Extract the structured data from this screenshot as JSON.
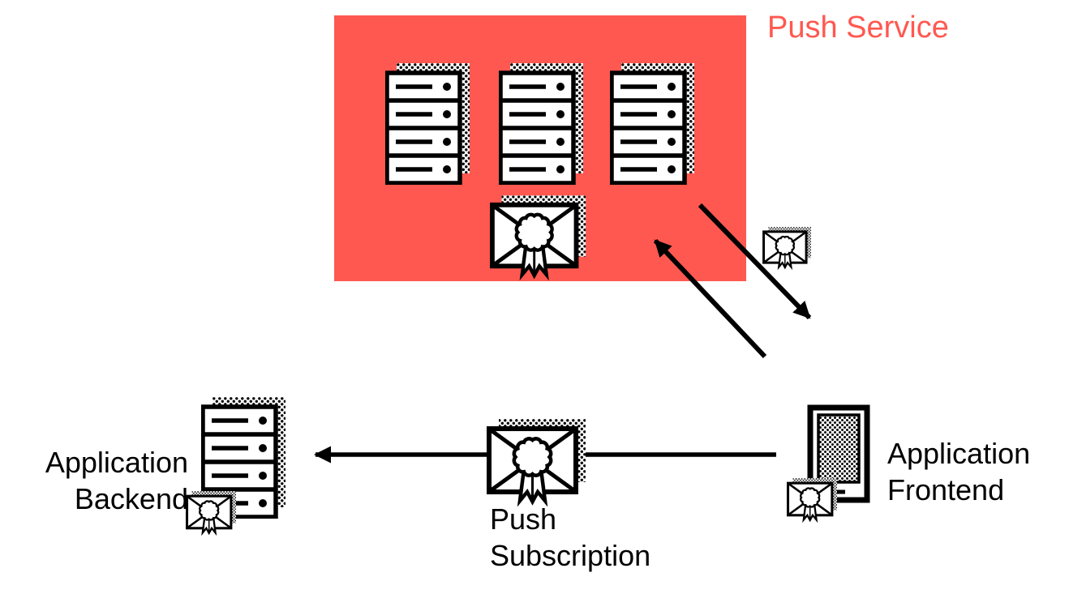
{
  "colors": {
    "accent_red": "#FF5850",
    "icon_black": "#000000",
    "background": "#FFFFFF"
  },
  "nodes": {
    "push_service": {
      "label": "Push Service",
      "icons": [
        "server-stack-icon",
        "server-stack-icon",
        "server-stack-icon",
        "certified-message-icon"
      ],
      "server_count": 3,
      "highlighted": true
    },
    "application_backend": {
      "label": "Application\nBackend",
      "icons": [
        "server-stack-icon",
        "certified-message-icon"
      ]
    },
    "push_subscription": {
      "label": "Push\nSubscription",
      "icons": [
        "certified-message-icon"
      ]
    },
    "application_frontend": {
      "label": "Application\nFrontend",
      "icons": [
        "smartphone-icon",
        "certified-message-icon"
      ]
    }
  },
  "edges": [
    {
      "from": "push_service",
      "to": "application_frontend",
      "style": "diagonal-arrow",
      "direction": "down-right"
    },
    {
      "from": "application_frontend",
      "to": "push_service",
      "style": "diagonal-arrow",
      "direction": "up-left",
      "message_icon": "certified-message-icon"
    },
    {
      "from": "application_frontend",
      "to": "application_backend",
      "style": "horizontal-arrow",
      "direction": "left",
      "via": "push_subscription"
    }
  ],
  "icons": {
    "server-stack-icon": "rack of 4 server bays, each with a slot bar and status dot, halftone drop shadow",
    "certified-message-icon": "envelope with rosette seal and swallowtail ribbon, halftone drop shadow",
    "smartphone-icon": "smartphone with halftone-dotted screen and home bar",
    "arrow-icon": "straight black arrow connector"
  }
}
